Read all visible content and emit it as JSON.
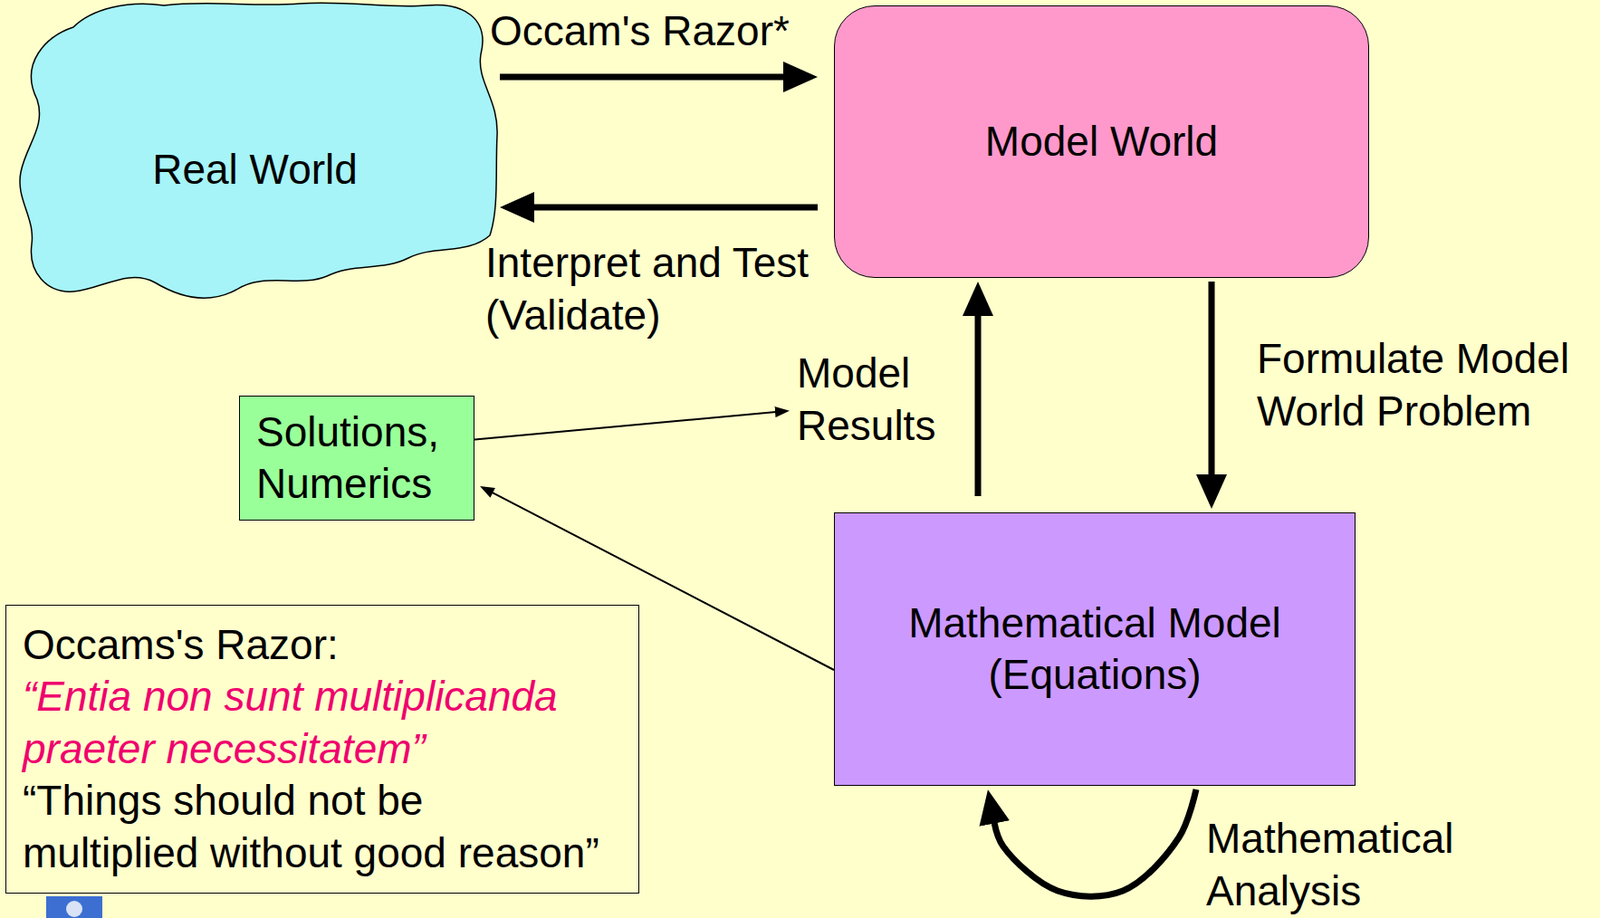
{
  "diagram": {
    "nodes": [
      {
        "text": [
          "Real World"
        ]
      },
      {
        "text": [
          "Model World"
        ]
      },
      {
        "text": [
          "Solutions, Numerics"
        ]
      },
      {
        "text": [
          "Mathematical Model (Equations)"
        ]
      },
      {
        "text": [
          "Occams's Razor:",
          "“Entia non sunt multiplicanda praeter necessitatem”",
          "“Things should not be multiplied without good reason”"
        ]
      }
    ],
    "edges": [
      {
        "from": 0,
        "to": 1,
        "arrow": "to",
        "label": "Occam's Razor*"
      },
      {
        "from": 1,
        "to": 0,
        "arrow": "to",
        "label": "Interpret and Test (Validate)"
      },
      {
        "from": 1,
        "to": 3,
        "arrow": "to",
        "label": "Formulate Model World Problem"
      },
      {
        "from": 3,
        "to": 1,
        "arrow": "to",
        "label": "Model Results"
      },
      {
        "from": 3,
        "to": 2,
        "arrow": "to"
      },
      {
        "from": 3,
        "to": 3,
        "arrow": "to",
        "label": "Mathematical Analysis"
      }
    ]
  }
}
